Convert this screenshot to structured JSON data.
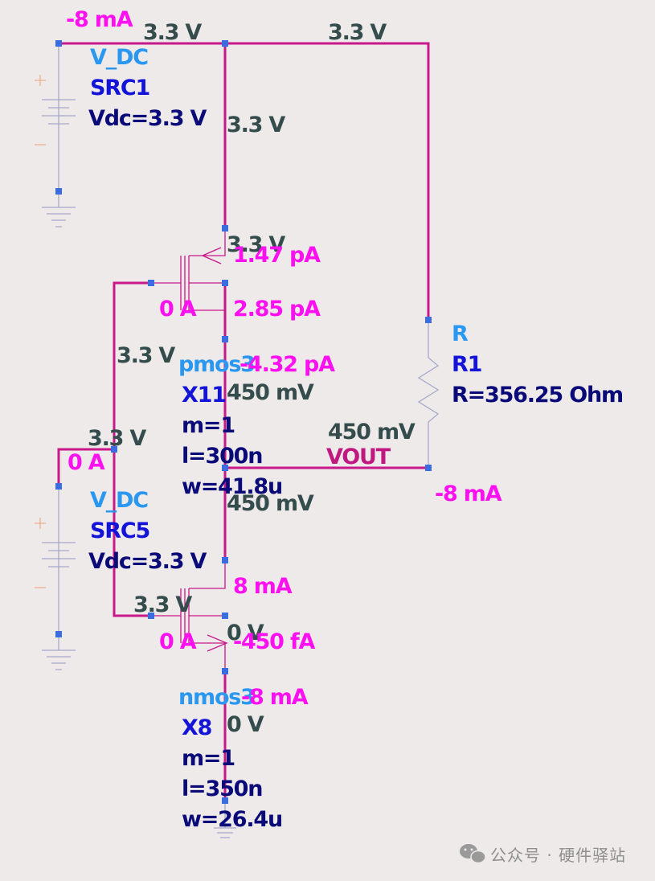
{
  "colors": {
    "wire": "#c8188a",
    "component_type": "#2a97f0",
    "instance": "#1414d8",
    "parameter": "#0a0a78",
    "voltage": "#354c4c",
    "current": "#ff10f0",
    "net_label": "#c01880",
    "pin": "#3a6ee0",
    "background": "#eeeaea"
  },
  "components": {
    "src1": {
      "type": "V_DC",
      "name": "SRC1",
      "param": "Vdc=3.3 V"
    },
    "src5": {
      "type": "V_DC",
      "name": "SRC5",
      "param": "Vdc=3.3 V"
    },
    "r1": {
      "type": "R",
      "name": "R1",
      "param": "R=356.25 Ohm"
    },
    "x11": {
      "type": "pmos3",
      "name": "X11",
      "m": "m=1",
      "l": "l=300n",
      "w": "w=41.8u"
    },
    "x8": {
      "type": "nmos3",
      "name": "X8",
      "m": "m=1",
      "l": "l=350n",
      "w": "w=26.4u"
    }
  },
  "net_label": "VOUT",
  "voltages": {
    "top_left": "3.3 V",
    "top_right": "3.3 V",
    "vdd_mid": "3.3 V",
    "pmos_source": "3.3 V",
    "gate_bus": "3.3 V",
    "src5_node": "3.3 V",
    "nmos_gate": "3.3 V",
    "pmos_drain": "450 mV",
    "vout": "450 mV",
    "nmos_drain": "450 mV",
    "nmos_source": "0 V",
    "ground": "0 V"
  },
  "currents": {
    "src1": "-8 mA",
    "pmos_source": "1.47 pA",
    "pmos_gate": "0 A",
    "pmos_body": "2.85 pA",
    "pmos_drain": "-4.32 pA",
    "src5": "0 A",
    "r1": "-8 mA",
    "nmos_drain": "8 mA",
    "nmos_gate": "0 A",
    "nmos_body": "-450 fA",
    "nmos_source": "-8 mA"
  },
  "icons": {
    "battery_left": "battery-plus-icon",
    "ground": "ground-icon",
    "resistor": "resistor-zigzag-icon",
    "wechat": "wechat-icon"
  },
  "watermark": "公众号 · 硬件驿站"
}
